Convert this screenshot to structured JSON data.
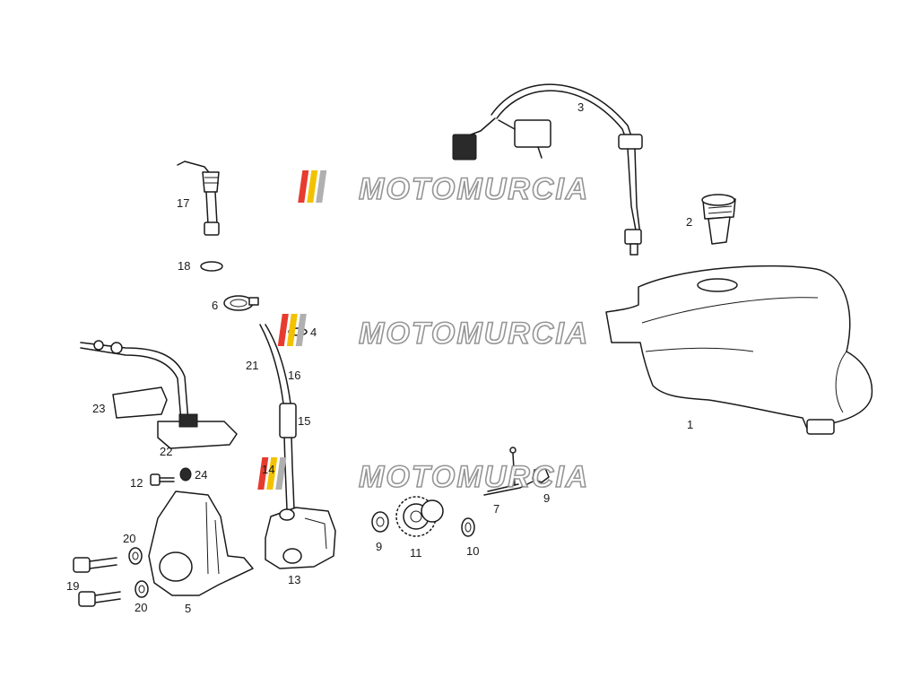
{
  "diagram": {
    "watermark_text": "MOTOMURCIA",
    "watermark_colors": [
      "#e63b2e",
      "#f2c200",
      "#2f8f3a",
      "#b0b0b0"
    ],
    "labels": {
      "p1": "1",
      "p2": "2",
      "p3": "3",
      "p4": "4",
      "p5": "5",
      "p6": "6",
      "p7": "7",
      "p9a": "9",
      "p9b": "9",
      "p10": "10",
      "p11": "11",
      "p12": "12",
      "p13": "13",
      "p14": "14",
      "p15": "15",
      "p16": "16",
      "p17": "17",
      "p18": "18",
      "p19": "19",
      "p20a": "20",
      "p20b": "20",
      "p21": "21",
      "p22": "22",
      "p23": "23",
      "p24": "24"
    }
  }
}
